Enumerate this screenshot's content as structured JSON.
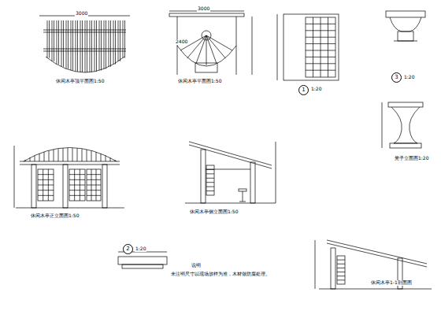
{
  "diagram": {
    "labels": [
      "休闲木亭顶平面图1:50",
      "休闲木亭平面图1:50",
      "1",
      "1:20",
      "休闲木亭正立面图1:50",
      "休闲木亭侧立面图1:50",
      "3",
      "1:20",
      "凳子立面图1:20",
      "2",
      "1:20",
      "说明",
      "未注明尺寸以现场放样为准，木材做防腐处理。",
      "休闲木亭1-1剖面图",
      "3000",
      "3000",
      "2400"
    ]
  }
}
